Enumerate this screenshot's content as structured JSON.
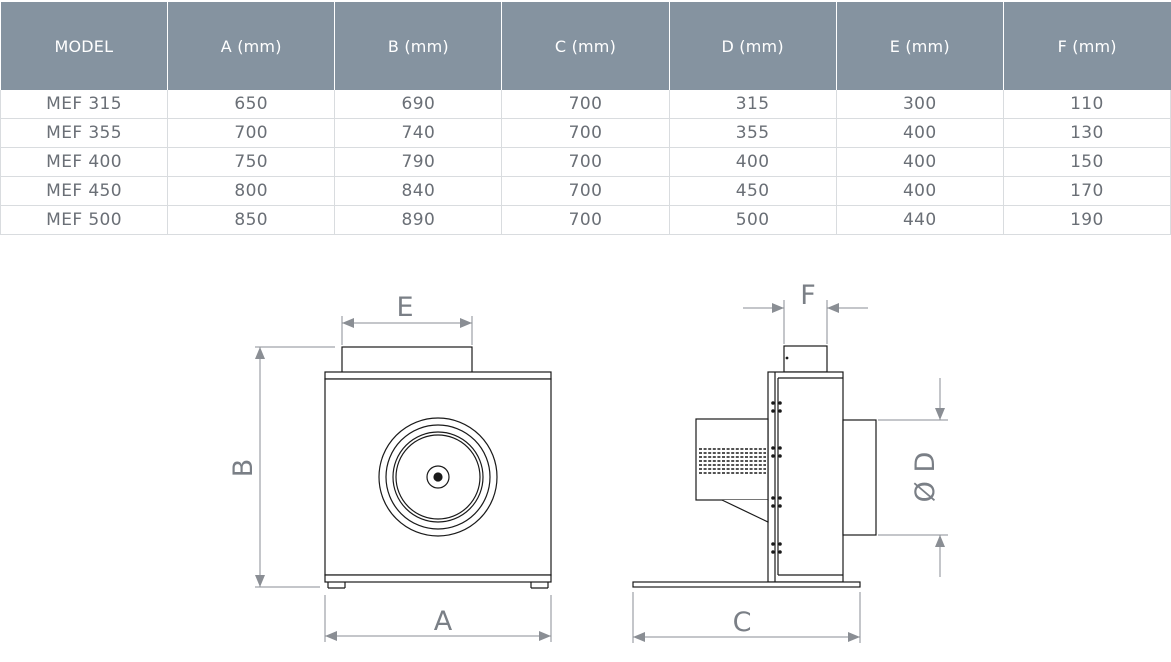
{
  "table": {
    "headers": [
      "MODEL",
      "A (mm)",
      "B (mm)",
      "C (mm)",
      "D (mm)",
      "E (mm)",
      "F (mm)"
    ],
    "rows": [
      [
        "MEF 315",
        "650",
        "690",
        "700",
        "315",
        "300",
        "110"
      ],
      [
        "MEF 355",
        "700",
        "740",
        "700",
        "355",
        "400",
        "130"
      ],
      [
        "MEF 400",
        "750",
        "790",
        "700",
        "400",
        "400",
        "150"
      ],
      [
        "MEF 450",
        "800",
        "840",
        "700",
        "450",
        "400",
        "170"
      ],
      [
        "MEF 500",
        "850",
        "890",
        "700",
        "500",
        "440",
        "190"
      ]
    ]
  },
  "drawing": {
    "labels": {
      "a": "A",
      "b": "B",
      "c": "C",
      "d": "Ø D",
      "e": "E",
      "f": "F"
    }
  },
  "colors": {
    "header_bg": "#8593a0",
    "header_text": "#ffffff",
    "cell_text": "#6a6f76",
    "grid_line": "#d9dcdf",
    "drawing_line": "#1a1a1a",
    "dimension_line": "#8a8e94"
  }
}
